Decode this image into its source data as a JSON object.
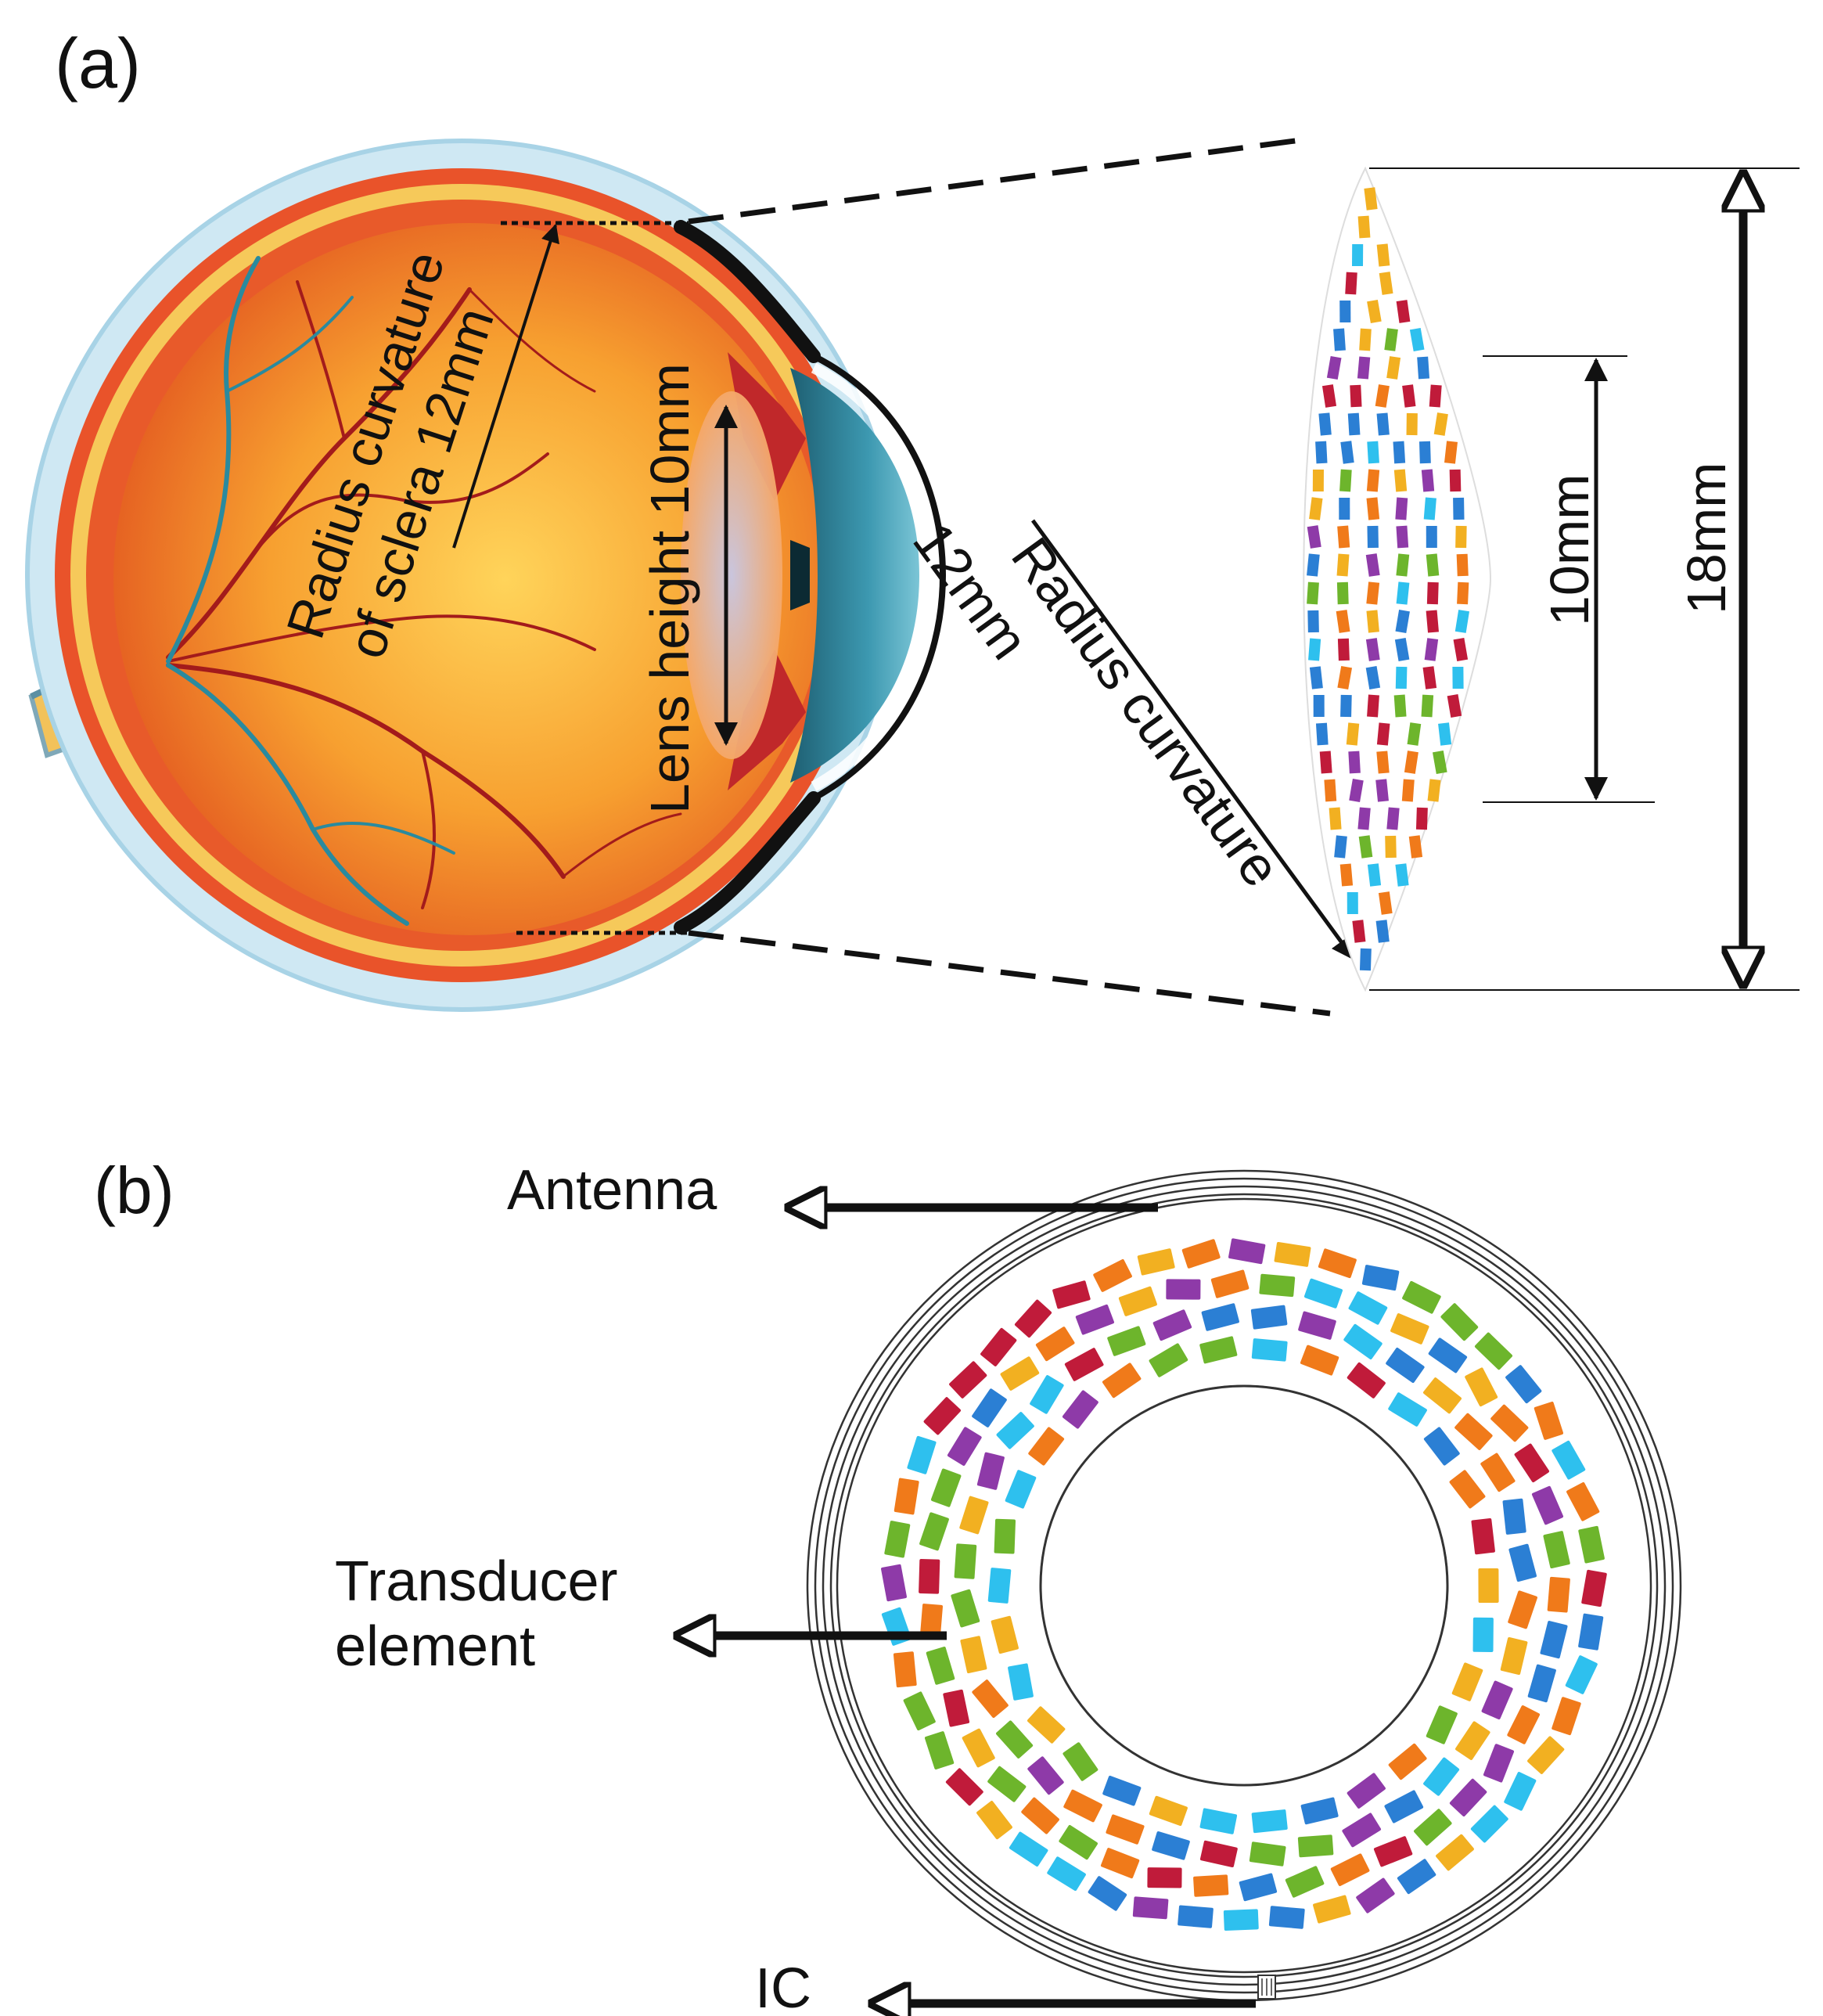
{
  "panels": {
    "a": {
      "label": "(a)",
      "sclera_annotation": [
        "Radius curvature",
        "of sclera 12mm"
      ],
      "lens_annotation": "Lens height 10mm",
      "device_curvature": [
        "Radius curvature",
        "12mm"
      ],
      "inner_dimension": "10mm",
      "outer_dimension": "18mm"
    },
    "b": {
      "label": "(b)",
      "antenna_label": "Antenna",
      "transducer_label": [
        "Transducer",
        "element"
      ],
      "ic_label": "IC"
    }
  },
  "colors": {
    "element_palette": [
      "#2b7fd4",
      "#2ec0ee",
      "#f07a1a",
      "#f2b021",
      "#c01b3a",
      "#8e3aa8",
      "#6db52c"
    ],
    "retina_orange": "#f0802c",
    "sclera_blue": "#cfe8f3",
    "cornea_teal": "#2f7f95",
    "ink": "#111111"
  },
  "icons": {
    "arrow": "arrow-left-icon",
    "double_arrow": "double-arrow-icon"
  }
}
